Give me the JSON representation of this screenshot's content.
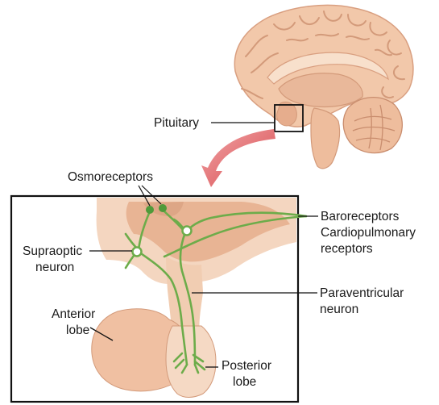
{
  "labels": {
    "pituitary": "Pituitary",
    "osmoreceptors": "Osmoreceptors",
    "baroreceptors_line1": "Baroreceptors",
    "baroreceptors_line2": "Cardiopulmonary",
    "baroreceptors_line3": "receptors",
    "supraoptic_line1": "Supraoptic",
    "supraoptic_line2": "neuron",
    "paraventricular_line1": "Paraventricular",
    "paraventricular_line2": "neuron",
    "anterior_line1": "Anterior",
    "anterior_line2": "lobe",
    "posterior_line1": "Posterior",
    "posterior_line2": "lobe"
  },
  "colors": {
    "brain_fill": "#f2c8aa",
    "brain_gyri": "#d39a7a",
    "tissue_light": "#f4d6c0",
    "tissue_mid": "#e8b494",
    "tissue_dark": "#d99f80",
    "neuron_green": "#6dac4a",
    "arrow_red": "#d94a4e",
    "frame": "#111111"
  }
}
